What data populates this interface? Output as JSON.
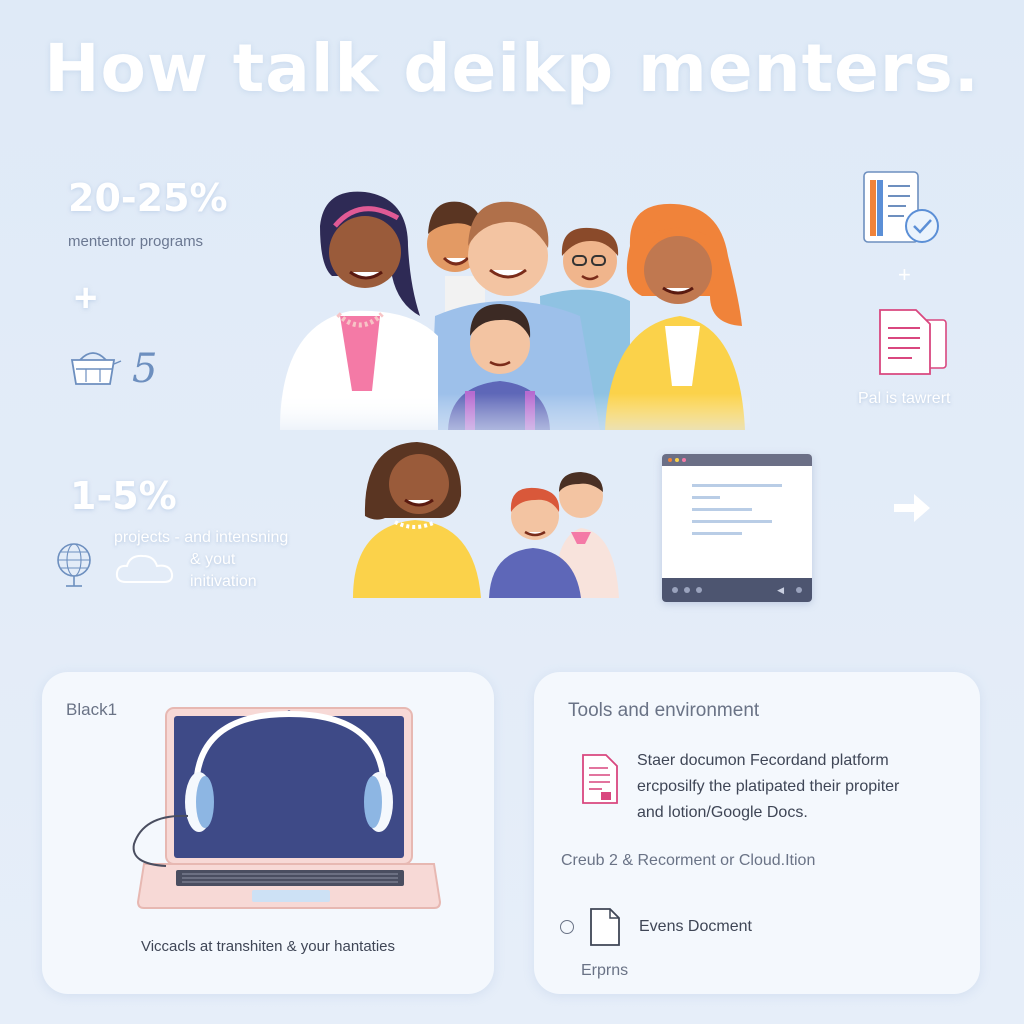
{
  "title": "How talk deikp menters.",
  "left_stats": {
    "stat1_value": "20-25%",
    "stat1_label": "mententor programs",
    "plus": "+",
    "stat2_value": "5",
    "stat3_value": "1-5%",
    "stat3_label_line1": "projects - and intensning",
    "stat3_label_line2": "& yout",
    "stat3_label_line3": "initivation"
  },
  "right_side": {
    "plus": "+",
    "doc_label": "Pal is tawrert"
  },
  "card_left": {
    "label": "Black1",
    "caption": "Viccacls at transhiten & your hantaties"
  },
  "card_right": {
    "title": "Tools and environment",
    "doc_line1": "Staer documon Fecordand platform",
    "doc_line2": "ercposilfy the platipated their propiter",
    "doc_line3": "and lotion/Google Docs.",
    "item2": "Creub 2 & Recorment or Cloud.Ition",
    "item3": "Evens Docment",
    "item4": "Erprns"
  },
  "colors": {
    "background": "#dfeaf7",
    "card": "#f4f8fd",
    "accent_pink": "#d9477f",
    "accent_blue": "#5b8fd6",
    "laptop_screen": "#3e4a87",
    "laptop_body": "#f7d9d6"
  },
  "icons": [
    "basket-icon",
    "globe-icon",
    "cloud-icon",
    "checklist-doc-icon",
    "pink-document-icon",
    "arrow-right-icon",
    "headphones-icon",
    "file-icon"
  ]
}
